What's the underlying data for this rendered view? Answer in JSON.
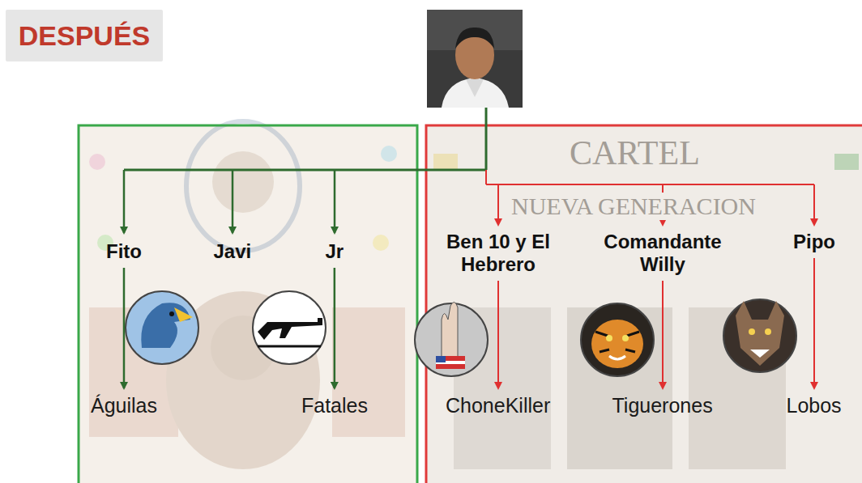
{
  "diagram": {
    "title": "DESPUÉS",
    "nodes": [
      {
        "text": [
          "Fito"
        ]
      },
      {
        "text": [
          "Javi"
        ]
      },
      {
        "text": [
          "Jr"
        ]
      },
      {
        "text": [
          "Ben 10 y El Hebrero"
        ]
      },
      {
        "text": [
          "Comandante Willy"
        ]
      },
      {
        "text": [
          "Pipo"
        ]
      },
      {
        "text": [
          "Águilas"
        ]
      },
      {
        "text": [
          "Fatales"
        ]
      },
      {
        "text": [
          "ChoneKiller"
        ]
      },
      {
        "text": [
          "Tiguerones"
        ]
      },
      {
        "text": [
          "Lobos"
        ]
      }
    ],
    "edges": [
      {
        "from": 0,
        "to": 6,
        "arrow": "to"
      },
      {
        "from": 2,
        "to": 7,
        "arrow": "to"
      },
      {
        "from": 3,
        "to": 8,
        "arrow": "to"
      },
      {
        "from": 4,
        "to": 9,
        "arrow": "to"
      },
      {
        "from": 5,
        "to": 10,
        "arrow": "to"
      }
    ],
    "labels": [
      "CARTEL",
      "NUEVA GENERACION"
    ]
  }
}
